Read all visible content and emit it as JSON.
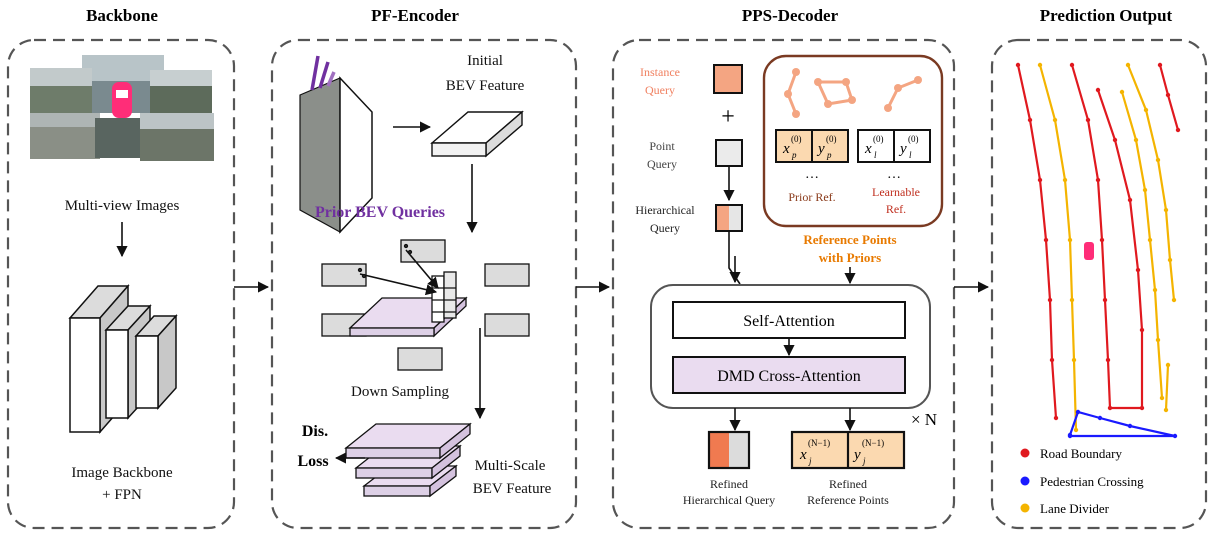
{
  "titles": {
    "backbone": "Backbone",
    "encoder": "PF-Encoder",
    "decoder": "PPS-Decoder",
    "output": "Prediction Output"
  },
  "backbone": {
    "multiview": "Multi-view Images",
    "backbone_line1": "Image Backbone",
    "backbone_line2": "+ FPN"
  },
  "encoder": {
    "initial_line1": "Initial",
    "initial_line2": "BEV Feature",
    "prior_queries": "Prior BEV Queries",
    "down_sampling": "Down Sampling",
    "dis": "Dis.",
    "loss": "Loss",
    "multiscale_line1": "Multi-Scale",
    "multiscale_line2": "BEV Feature"
  },
  "decoder": {
    "instance_line1": "Instance",
    "instance_line2": "Query",
    "plus": "+",
    "point_line1": "Point",
    "point_line2": "Query",
    "hier_line1": "Hierarchical",
    "hier_line2": "Query",
    "prior_ref": "Prior Ref.",
    "learn_line1": "Learnable",
    "learn_line2": "Ref.",
    "ellipsis": "…",
    "refpts_line1": "Reference Points",
    "refpts_line2": "with Priors",
    "self_attention": "Self-Attention",
    "dmd": "DMD Cross-Attention",
    "times_n": "× N",
    "refined_hier_line1": "Refined",
    "refined_hier_line2": "Hierarchical Query",
    "refined_ref_line1": "Refined",
    "refined_ref_line2": "Reference Points",
    "xp": "x",
    "xp_sub": "p",
    "xp_sup": "(0)",
    "yp": "y",
    "yp_sub": "p",
    "yp_sup": "(0)",
    "xl": "x",
    "xl_sub": "l",
    "xl_sup": "(0)",
    "yl": "y",
    "yl_sub": "l",
    "yl_sup": "(0)",
    "xj": "x",
    "xj_sub": "j",
    "xj_sup": "(N−1)",
    "yj": "y",
    "yj_sub": "j",
    "yj_sup": "(N−1)"
  },
  "legend": [
    {
      "label": "Road Boundary",
      "color": "#e0191f"
    },
    {
      "label": "Pedestrian Crossing",
      "color": "#1a1aff"
    },
    {
      "label": "Lane Divider",
      "color": "#f4b400"
    }
  ],
  "colors": {
    "instance_text": "#f08060",
    "prior_text": "#7030a0",
    "ref_text": "#e87a00",
    "query_fill": "#f4a582",
    "point_fill": "#e6e6e6",
    "frame": "#7a3a22",
    "ref_fill": "#fbd9b0",
    "bev_purple": "#eadcf0"
  }
}
